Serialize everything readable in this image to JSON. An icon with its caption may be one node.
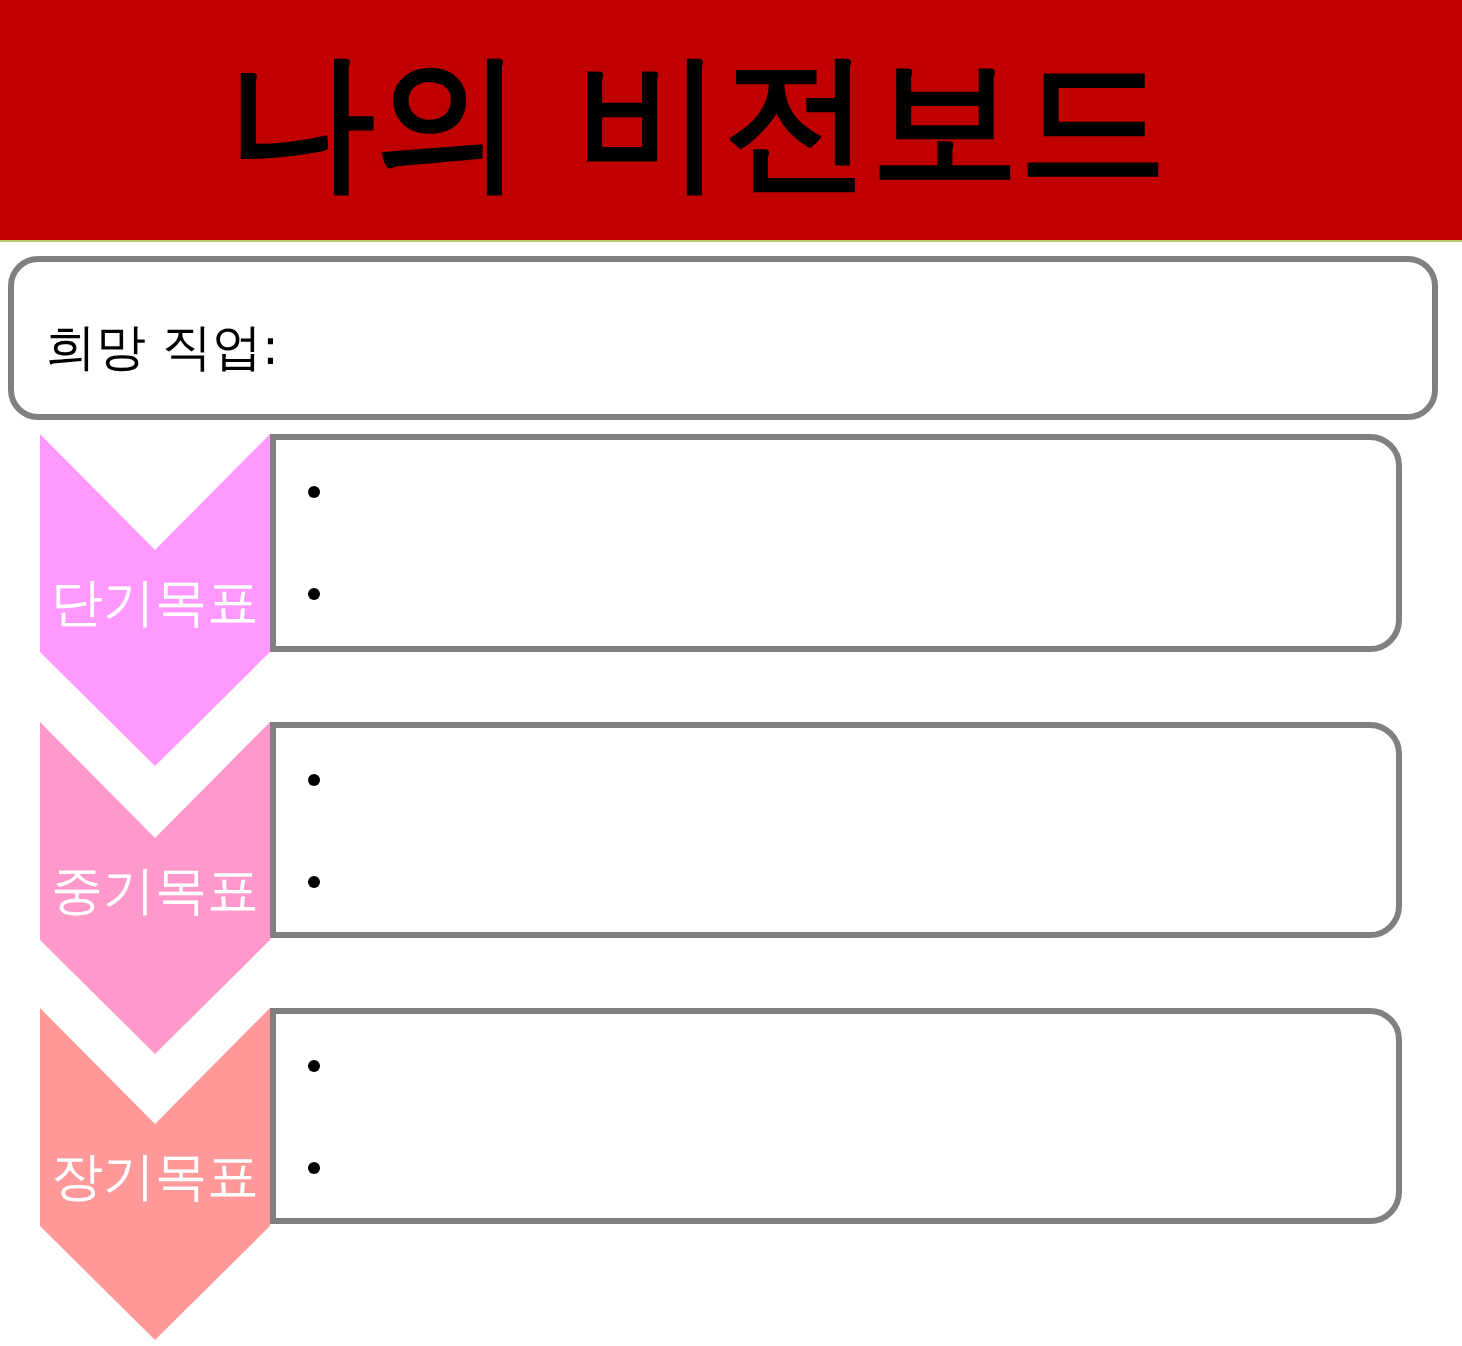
{
  "diagram": {
    "title": "나의 비전보드",
    "nodes": [
      {
        "text": [
          "희망 직업:"
        ]
      },
      {
        "text": [
          "단기목표"
        ]
      },
      {
        "text": [],
        "shape": "box"
      },
      {
        "text": [
          "중기목표"
        ]
      },
      {
        "text": [],
        "shape": "box"
      },
      {
        "text": [
          "장기목표"
        ]
      },
      {
        "text": [],
        "shape": "box"
      }
    ]
  }
}
